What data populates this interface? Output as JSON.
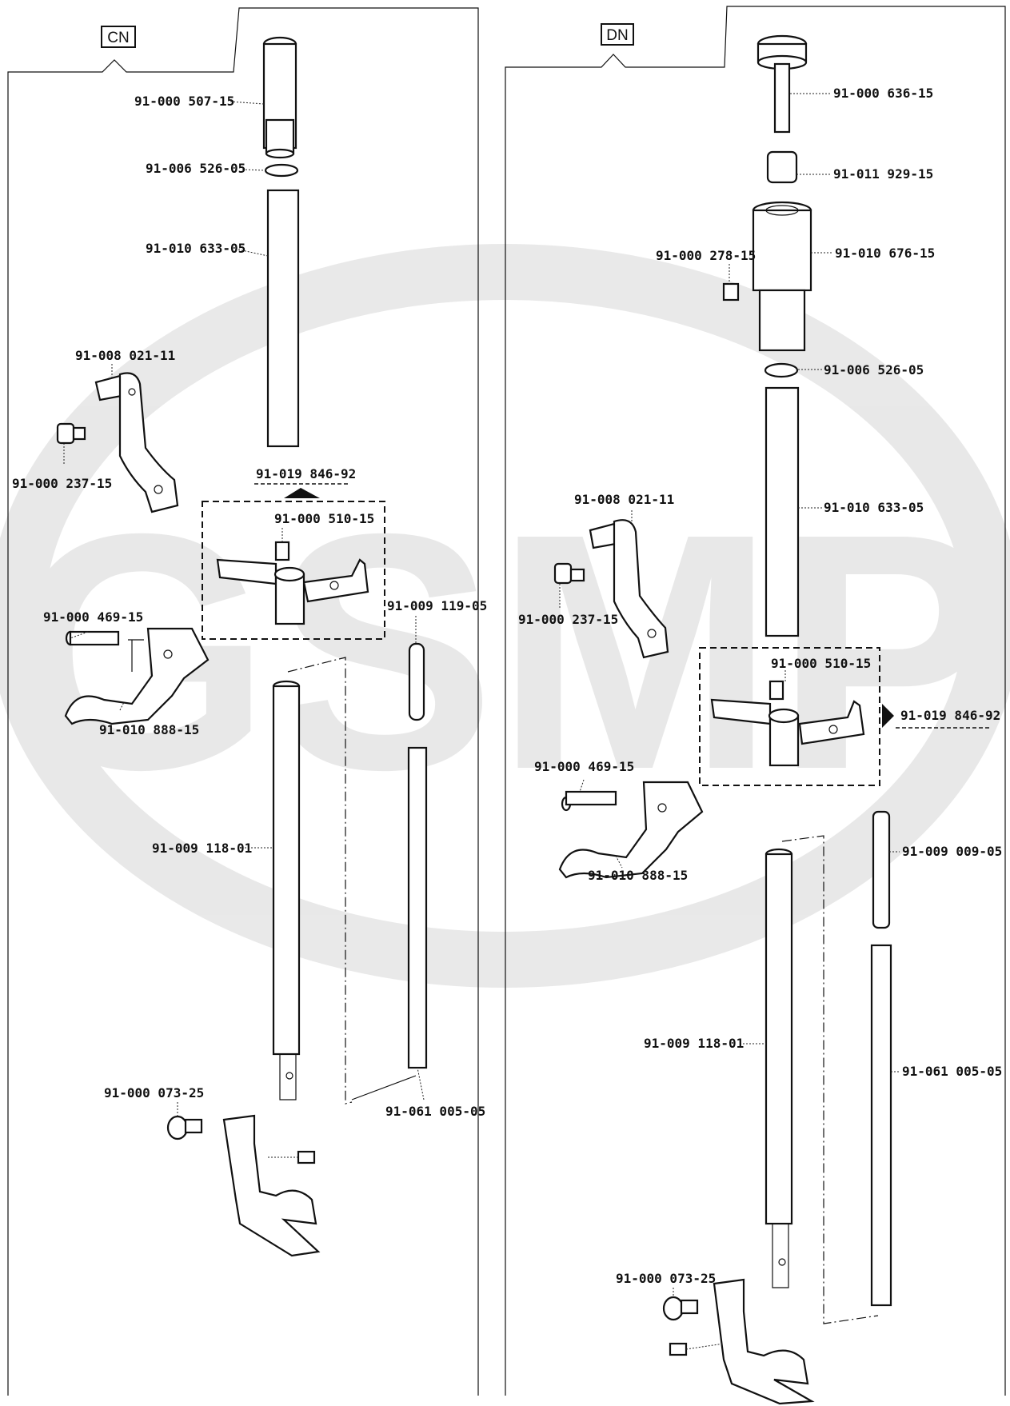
{
  "watermark": "GSMP",
  "panels": {
    "left": {
      "tag": "CN",
      "labels": {
        "knob": "91-000 507-15",
        "ring": "91-006 526-05",
        "spring": "91-010 633-05",
        "bracket": "91-008 021-11",
        "bracket_screw": "91-000 237-15",
        "assembly": "91-019 846-92",
        "set_screw": "91-000 510-15",
        "pin": "91-009 119-05",
        "lifter_screw": "91-000 469-15",
        "lifter": "91-010 888-15",
        "bar": "91-009 118-01",
        "foot_screw": "91-000 073-25",
        "long_spring": "91-061 005-05"
      }
    },
    "right": {
      "tag": "DN",
      "labels": {
        "knob": "91-000 636-15",
        "nut": "91-011 929-15",
        "sleeve": "91-010 676-15",
        "sleeve_screw": "91-000 278-15",
        "ring": "91-006 526-05",
        "spring": "91-010 633-05",
        "bracket": "91-008 021-11",
        "bracket_screw": "91-000 237-15",
        "set_screw": "91-000 510-15",
        "assembly": "91-019 846-92",
        "lifter_screw": "91-000 469-15",
        "lifter": "91-010 888-15",
        "pin": "91-009 009-05",
        "bar": "91-009 118-01",
        "long_spring": "91-061 005-05",
        "foot_screw": "91-000 073-25"
      }
    }
  }
}
